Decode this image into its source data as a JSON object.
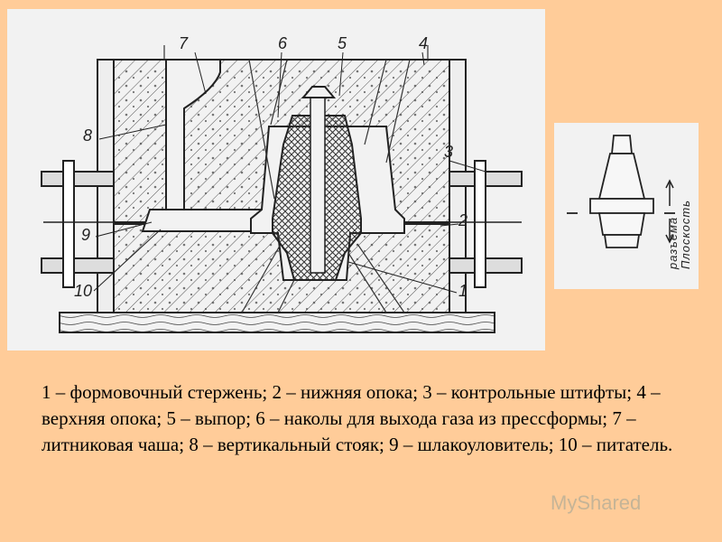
{
  "figure": {
    "callouts": [
      "1",
      "2",
      "3",
      "4",
      "5",
      "6",
      "7",
      "8",
      "9",
      "10"
    ],
    "side_label_line1": "Плоскость",
    "side_label_line2": "разъема"
  },
  "caption": {
    "text": "1 – формовочный стержень; 2 – нижняя опока; 3 – контрольные штифты; 4 – верхняя опока; 5 – выпор; 6 – наколы для выхода газа из прессформы; 7 – литниковая чаша; 8 – вертикальный стояк; 9 – шлакоуловитель; 10 – питатель."
  },
  "watermark": {
    "text": "MyShared"
  },
  "colors": {
    "background": "#ffcc99",
    "figure_bg": "#f2f2f2"
  }
}
